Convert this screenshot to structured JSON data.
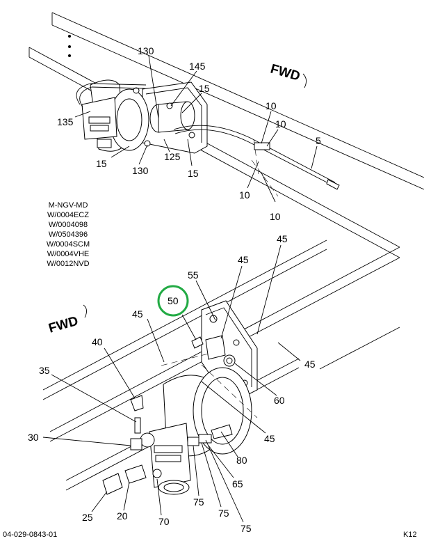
{
  "fwd_top": "FWD",
  "fwd_bottom": "FWD",
  "notes": [
    "M-NGV-MD",
    "W/0004ECZ",
    "W/0004098",
    "W/0504396",
    "W/0004SCM",
    "W/0004VHE",
    "W/0012NVD"
  ],
  "callouts_top": [
    "130",
    "145",
    "15",
    "135",
    "10",
    "10",
    "5",
    "15",
    "130",
    "125",
    "15",
    "10",
    "10"
  ],
  "callouts_bottom": [
    "45",
    "45",
    "55",
    "50",
    "45",
    "40",
    "45",
    "35",
    "60",
    "30",
    "45",
    "80",
    "65",
    "25",
    "20",
    "75",
    "75",
    "75",
    "70"
  ],
  "highlighted_callout": "50",
  "highlight_color": "#22aa44",
  "footer_left": "04-029-0843-01",
  "footer_right": "K12"
}
